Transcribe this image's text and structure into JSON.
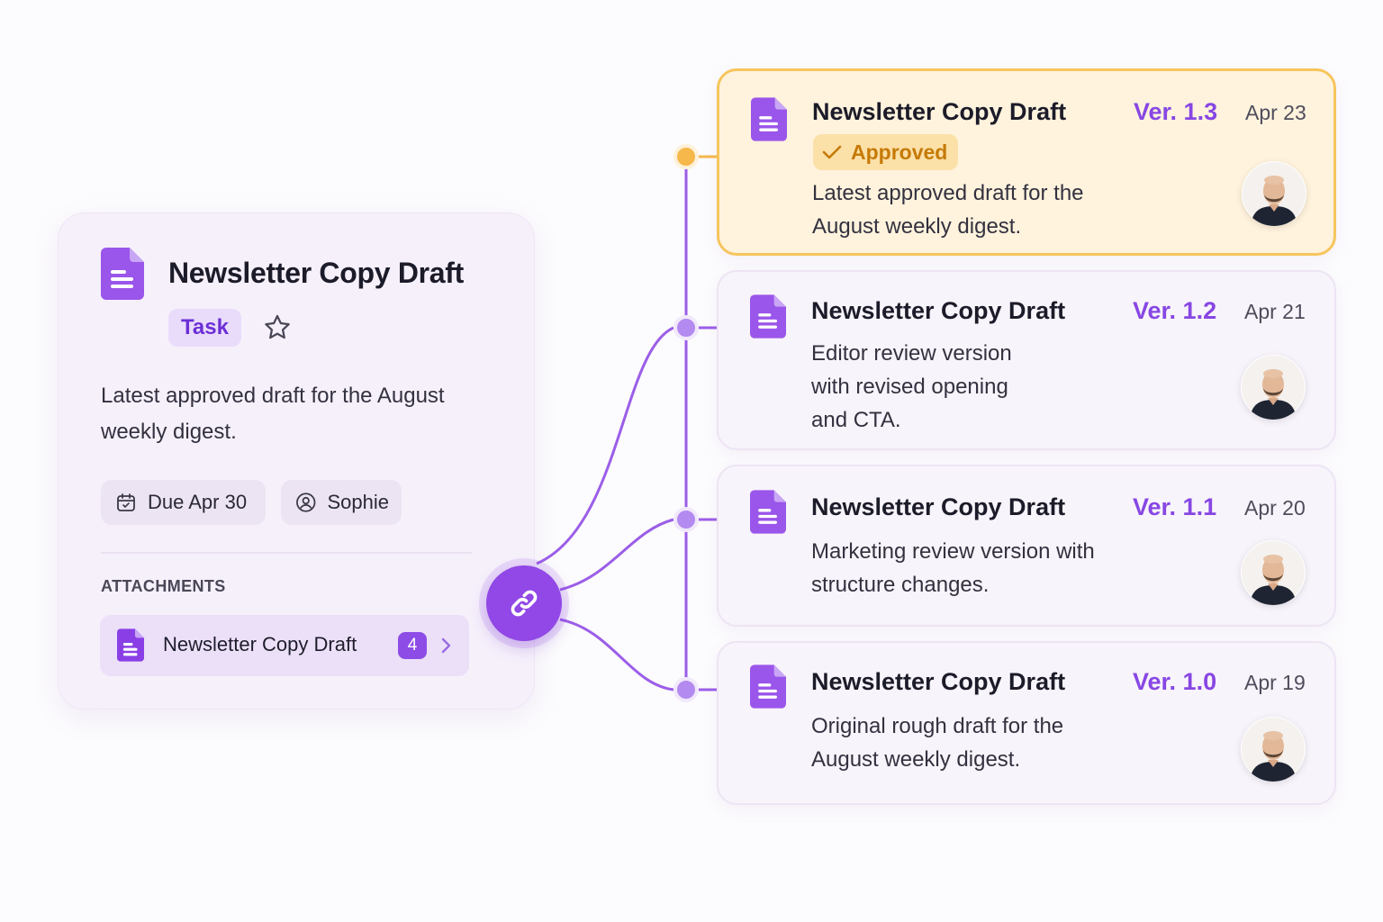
{
  "task": {
    "title": "Newsletter Copy Draft",
    "type_badge": "Task",
    "description": "Latest approved draft for the August weekly digest.",
    "due": "Due Apr 30",
    "assignee": "Sophie",
    "attachments_label": "ATTACHMENTS",
    "attachment": {
      "name": "Newsletter Copy Draft",
      "count": "4"
    }
  },
  "versions": [
    {
      "title": "Newsletter Copy Draft",
      "version": "Ver. 1.3",
      "date": "Apr 23",
      "status": "Approved",
      "description": "Latest approved draft for the August weekly digest."
    },
    {
      "title": "Newsletter Copy Draft",
      "version": "Ver. 1.2",
      "date": "Apr 21",
      "description": "Editor review version with revised opening and CTA."
    },
    {
      "title": "Newsletter Copy Draft",
      "version": "Ver. 1.1",
      "date": "Apr 20",
      "description": "Marketing review version with structure changes."
    },
    {
      "title": "Newsletter Copy Draft",
      "version": "Ver. 1.0",
      "date": "Apr 19",
      "description": "Original rough draft for the August weekly digest."
    }
  ],
  "icons": [
    "document-icon",
    "star-icon",
    "calendar-icon",
    "user-circle-icon",
    "chevron-right-icon",
    "link-icon",
    "check-icon"
  ],
  "colors": {
    "accent": "#8d4ce6",
    "approved": "#f6b84a",
    "card_bg": "#f6f0fb"
  }
}
